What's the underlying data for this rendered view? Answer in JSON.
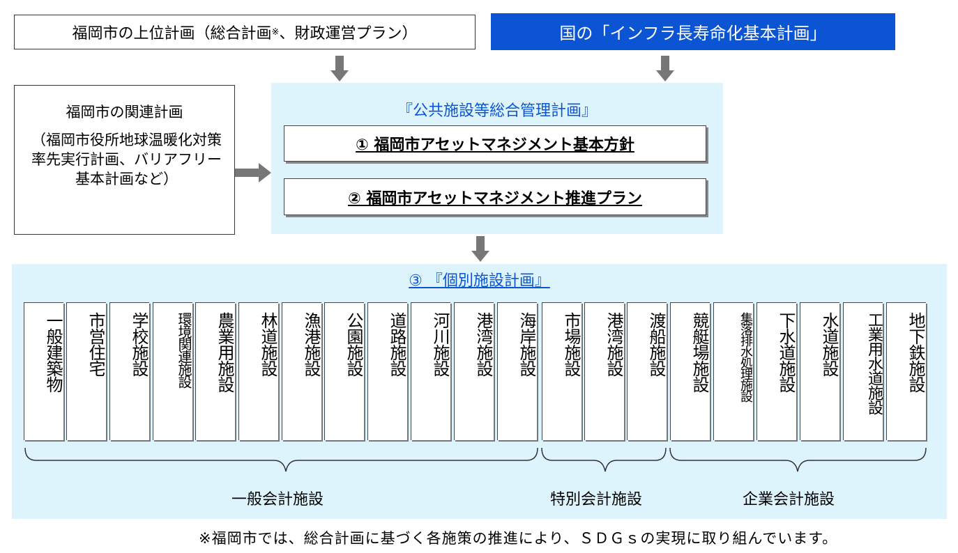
{
  "upper_plan": {
    "text": "福岡市の上位計画（総合計画",
    "mark": "※",
    "text2": "、財政運営プラン）"
  },
  "national_plan": "国の「インフラ長寿命化基本計画」",
  "related_plan": {
    "title": "福岡市の関連計画",
    "body": "（福岡市役所地球温暖化対策率先実行計画、バリアフリー基本計画など）"
  },
  "management_plan": {
    "title": "『公共施設等総合管理計画』",
    "item1": "① 福岡市アセットマネジメント基本方針",
    "item2": "② 福岡市アセットマネジメント推進プラン"
  },
  "individual_plan": {
    "title": "③ 『個別施設計画』",
    "facilities": [
      "一般建築物",
      "市営住宅",
      "学校施設",
      "環境関連施設",
      "農業用施設",
      "林道施設",
      "漁港施設",
      "公園施設",
      "道路施設",
      "河川施設",
      "港湾施設",
      "海岸施設",
      "市場施設",
      "港湾施設",
      "渡船施設",
      "競艇場施設",
      "集落排水処理施設",
      "下水道施設",
      "水道施設",
      "工業用水道施設",
      "地下鉄施設"
    ],
    "groups": [
      "一般会計施設",
      "特別会計施設",
      "企業会計施設"
    ]
  },
  "footnote": "※福岡市では、総合計画に基づく各施策の推進により、ＳＤＧｓの実現に取り組んでいます。",
  "colors": {
    "accent": "#0b55d4",
    "panel": "#def4fc",
    "arrow": "#777777"
  }
}
